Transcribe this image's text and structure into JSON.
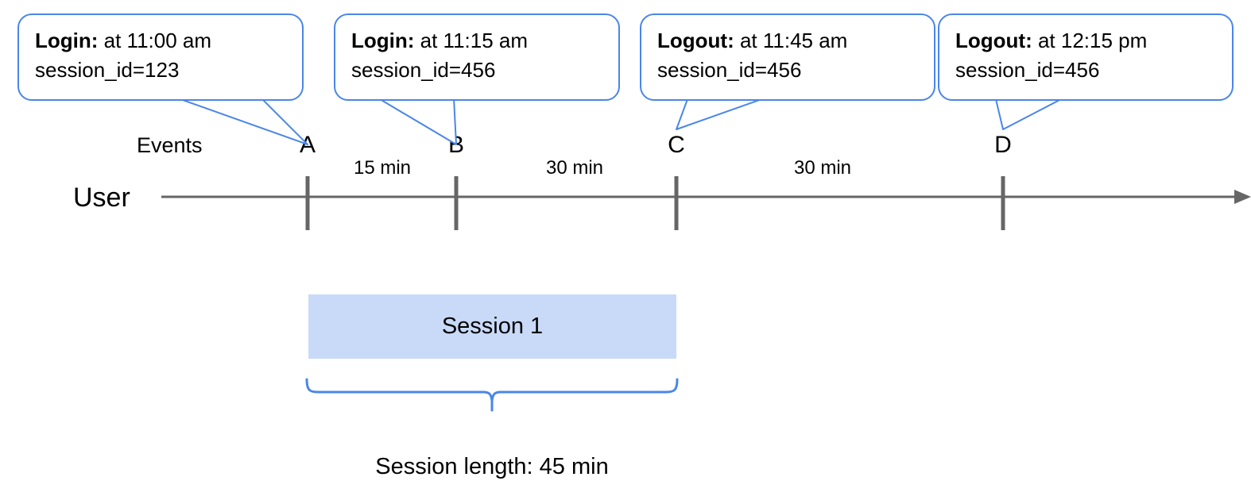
{
  "diagram": {
    "title_caption": "Session length: 45 min",
    "colors": {
      "callout_border": "#4a86e8",
      "brace": "#4a86e8",
      "session_fill": "#c9daf8",
      "axis": "#666666",
      "tick": "#666666",
      "text": "#000000",
      "background": "#ffffff"
    },
    "rows": {
      "events_label": "Events",
      "user_label": "User"
    },
    "callouts": [
      {
        "lead": "Login:",
        "rest": " at 11:00 am",
        "detail": "session_id=123",
        "target": "A"
      },
      {
        "lead": "Login:",
        "rest": " at 11:15 am",
        "detail": "session_id=456",
        "target": "B"
      },
      {
        "lead": "Logout:",
        "rest": " at 11:45 am",
        "detail": "session_id=456",
        "target": "C"
      },
      {
        "lead": "Logout:",
        "rest": " at 12:15 pm",
        "detail": "session_id=456",
        "target": "D"
      }
    ],
    "events": [
      {
        "letter": "A",
        "time": "11:00 am",
        "type": "Login",
        "session_id": "123"
      },
      {
        "letter": "B",
        "time": "11:15 am",
        "type": "Login",
        "session_id": "456"
      },
      {
        "letter": "C",
        "time": "11:45 am",
        "type": "Logout",
        "session_id": "456"
      },
      {
        "letter": "D",
        "time": "12:15 pm",
        "type": "Logout",
        "session_id": "456"
      }
    ],
    "gaps": [
      {
        "from": "A",
        "to": "B",
        "label": "15 min"
      },
      {
        "from": "B",
        "to": "C",
        "label": "30 min"
      },
      {
        "from": "C",
        "to": "D",
        "label": "30 min"
      }
    ],
    "session": {
      "label": "Session 1",
      "starts_at": "A",
      "ends_at": "C",
      "length": "45 min"
    }
  }
}
